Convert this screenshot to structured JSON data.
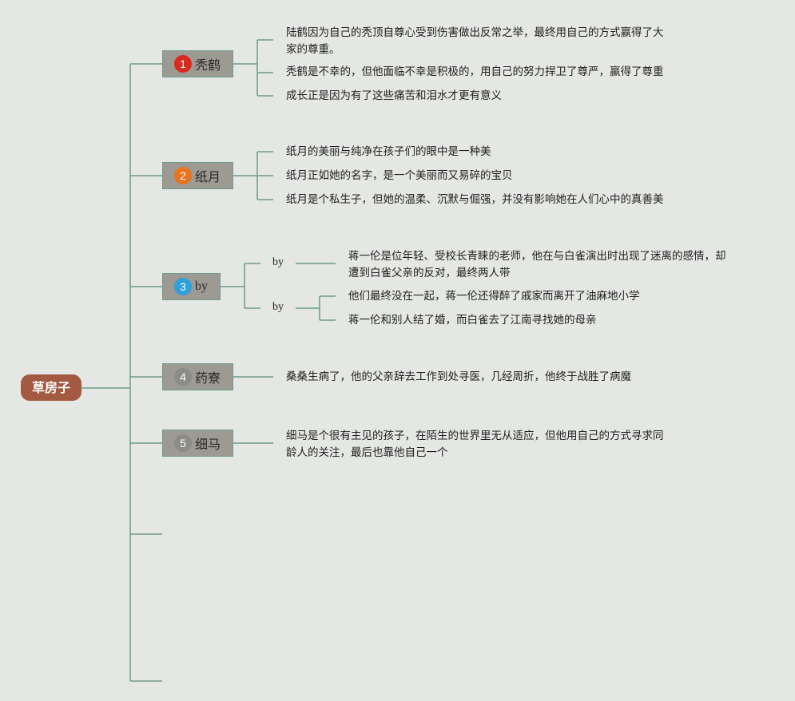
{
  "root": {
    "label": "草房子"
  },
  "colors": {
    "line": "#6f9c8a",
    "root_fill": "#a45a42",
    "branch_fill": "#9c9a93",
    "badge_1": "#d9281c",
    "badge_2": "#e8741e",
    "badge_3": "#2d9fd9",
    "badge_4": "#8b8b87",
    "badge_5": "#8b8b87"
  },
  "branches": [
    {
      "number": "1",
      "label": "秃鹤",
      "leaves": [
        {
          "line1": "陆鹤因为自己的秃顶自尊心受到伤害做出反常之举，最终用自己的方式赢得了大",
          "line2": "家的尊重。"
        },
        {
          "line1": "秃鹤是不幸的，但他面临不幸是积极的，用自己的努力捍卫了尊严，赢得了尊重"
        },
        {
          "line1": "成长正是因为有了这些痛苦和泪水才更有意义"
        }
      ]
    },
    {
      "number": "2",
      "label": "纸月",
      "leaves": [
        {
          "line1": "纸月的美丽与纯净在孩子们的眼中是一种美"
        },
        {
          "line1": "纸月正如她的名字，是一个美丽而又易碎的宝贝"
        },
        {
          "line1": "纸月是个私生子，但她的温柔、沉默与倔强，并没有影响她在人们心中的真善美"
        }
      ]
    },
    {
      "number": "3",
      "label": "by",
      "subs": [
        {
          "label": "by",
          "leaves": [
            {
              "line1": "蒋一伦是位年轻、受校长青睐的老师，他在与白雀演出时出现了迷离的感情，却",
              "line2": "遭到白雀父亲的反对，最终两人带"
            }
          ]
        },
        {
          "label": "by",
          "leaves": [
            {
              "line1": "他们最终没在一起，蒋一伦还得醉了戚家而离开了油麻地小学"
            },
            {
              "line1": "蒋一伦和别人结了婚，而白雀去了江南寻找她的母亲"
            }
          ]
        }
      ]
    },
    {
      "number": "4",
      "label": "药寮",
      "leaves": [
        {
          "line1": "桑桑生病了，他的父亲辞去工作到处寻医，几经周折，他终于战胜了病魔"
        }
      ]
    },
    {
      "number": "5",
      "label": "细马",
      "leaves": [
        {
          "line1": "细马是个很有主见的孩子，在陌生的世界里无从适应，但他用自己的方式寻求同",
          "line2": "龄人的关注，最后也靠他自己一个"
        }
      ]
    }
  ]
}
